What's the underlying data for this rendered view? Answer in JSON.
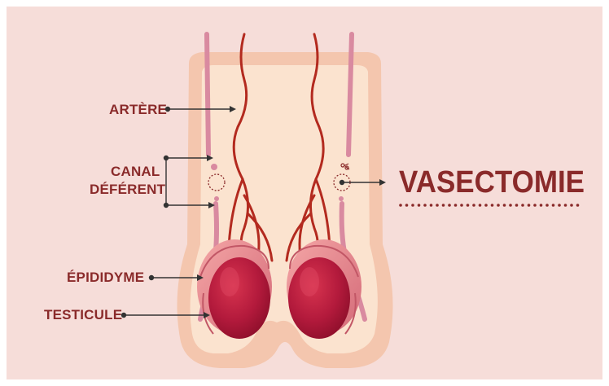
{
  "labels": {
    "artere": "ARTÈRE",
    "canal_line1": "CANAL",
    "canal_line2": "DÉFÉRENT",
    "epididyme": "ÉPIDIDYME",
    "testicule": "TESTICULE"
  },
  "title": "VASECTOMIE",
  "colors": {
    "background": "#f6ddd9",
    "skin_outer": "#f4c6ae",
    "skin_inner": "#fbe3cf",
    "vas": "#d98aa0",
    "artery": "#b32a1f",
    "testis": "#b31a3c",
    "epididymis": "#e58a92",
    "label_text": "#8a2a2a",
    "callout": "#333333"
  },
  "icons": [
    "scissors-icon"
  ]
}
